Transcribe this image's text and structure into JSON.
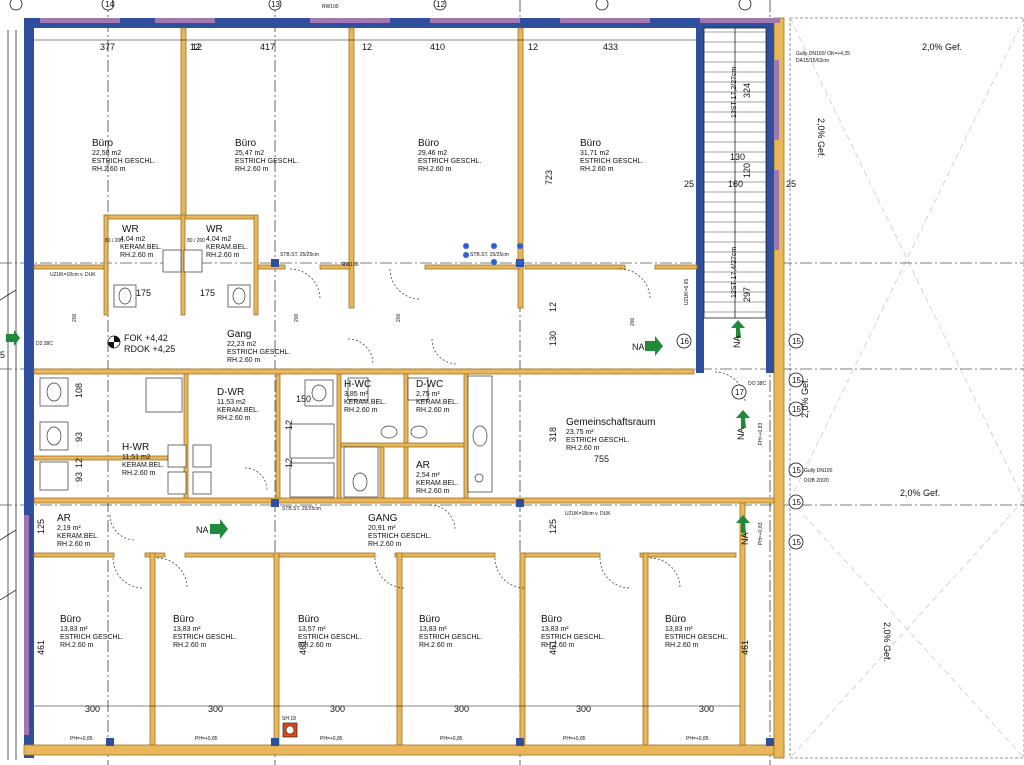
{
  "colors": {
    "wall_outer": "#2f4e9c",
    "wall_inner": "#e9b659",
    "wall_inner_stroke": "#9a7424",
    "facade_accent": "#a077b0",
    "column": "#2f4e9c",
    "grid_line": "#000000",
    "arrow": "#1f8a3a",
    "handle": "#2d5fd6",
    "hatch": "#b9b9b9"
  },
  "dimensions": {
    "top": [
      "377",
      "12",
      "417",
      "12",
      "410",
      "12",
      "433"
    ],
    "bottom": [
      "300",
      "300",
      "300",
      "300",
      "300",
      "300"
    ],
    "misc": [
      "723",
      "318",
      "755",
      "130",
      "12",
      "125",
      "125",
      "461",
      "461",
      "461",
      "461",
      "25",
      "25",
      "130",
      "160",
      "120",
      "324",
      "297",
      "108",
      "93",
      "93",
      "150",
      "12",
      "12",
      "12",
      "12",
      "175",
      "175"
    ]
  },
  "rooms": {
    "buero1": {
      "name": "Büro",
      "area": "22,58  m2",
      "floor": "ESTRICH GESCHL.",
      "height": "RH.2.60  m"
    },
    "buero2": {
      "name": "Büro",
      "area": "25,47  m2",
      "floor": "ESTRICH GESCHL.",
      "height": "RH.2.60  m"
    },
    "buero3": {
      "name": "Büro",
      "area": "29,46  m2",
      "floor": "ESTRICH GESCHL.",
      "height": "RH.2.60  m"
    },
    "buero4": {
      "name": "Büro",
      "area": "31,71  m2",
      "floor": "ESTRICH GESCHL.",
      "height": "RH.2.60  m"
    },
    "wr1": {
      "name": "WR",
      "area": "4,04  m2",
      "floor": "KERAM.BEL.",
      "height": "RH.2.60  m"
    },
    "wr2": {
      "name": "WR",
      "area": "4,04  m2",
      "floor": "KERAM.BEL.",
      "height": "RH.2.60  m"
    },
    "gang_top": {
      "name": "Gang",
      "area": "22,23  m2",
      "floor": "ESTRICH GESCHL.",
      "height": "RH.2.60  m"
    },
    "d_wr": {
      "name": "D-WR",
      "area": "11,53  m2",
      "floor": "KERAM.BEL.",
      "height": "RH.2.60  m"
    },
    "h_wr": {
      "name": "H-WR",
      "area": "11,51  m2",
      "floor": "KERAM.BEL.",
      "height": "RH.2.60  m"
    },
    "h_wc": {
      "name": "H-WC",
      "area": "3,85  m²",
      "floor": "KERAM.BEL.",
      "height": "RH.2.60  m"
    },
    "d_wc": {
      "name": "D-WC",
      "area": "2,75  m²",
      "floor": "KERAM.BEL.",
      "height": "RH.2.60  m"
    },
    "ar_mid": {
      "name": "AR",
      "area": "2,54  m²",
      "floor": "KERAM.BEL.",
      "height": "RH.2.60  m"
    },
    "gemeinschaft": {
      "name": "Gemeinschaftsraum",
      "area": "23,75  m²",
      "floor": "ESTRICH GESCHL.",
      "height": "RH.2.60  m"
    },
    "ar_left": {
      "name": "AR",
      "area": "2,19  m²",
      "floor": "KERAM.BEL.",
      "height": "RH.2.60  m"
    },
    "gang_bottom": {
      "name": "GANG",
      "area": "20,91  m²",
      "floor": "ESTRICH GESCHL.",
      "height": "RH.2.60  m"
    },
    "buero_b1": {
      "name": "Büro",
      "area": "13,83  m²",
      "floor": "ESTRICH GESCHL.",
      "height": "RH.2.60  m"
    },
    "buero_b2": {
      "name": "Büro",
      "area": "13,83  m²",
      "floor": "ESTRICH GESCHL.",
      "height": "RH.2.60  m"
    },
    "buero_b3": {
      "name": "Büro",
      "area": "13,57  m²",
      "floor": "ESTRICH GESCHL.",
      "height": "RH.2.60  m"
    },
    "buero_b4": {
      "name": "Büro",
      "area": "13,83  m²",
      "floor": "ESTRICH GESCHL.",
      "height": "RH.2.60  m"
    },
    "buero_b5": {
      "name": "Büro",
      "area": "13,83  m²",
      "floor": "ESTRICH GESCHL.",
      "height": "RH.2.60  m"
    },
    "buero_b6": {
      "name": "Büro",
      "area": "13,83  m²",
      "floor": "ESTRICH GESCHL.",
      "height": "RH.2.60  m"
    }
  },
  "labels": {
    "fok": "FOK +4,42",
    "rdok": "RDOK +4,25",
    "stb_st": "STB.ST. 25/25cm",
    "uzuk_top": "UZUK=18cm  v. DUK",
    "uzuk_bottom": "UZUK=18cm  v. DUK",
    "na": "NA",
    "stair_top": "13ST 17,2/27cm",
    "stair_bottom": "12ST 17,4/27cm",
    "uzuk_side": "UZUK=6,65",
    "gully_top": "Gully DN100/ OK=+4,25",
    "gully_top2": "DA15/15/63cm",
    "gully_mid": "Gully DN100",
    "gully_mid2": "DOB 20/20",
    "slope": "2,0% Gef.",
    "parapet": "PH=+0,85",
    "sh": "SH 18",
    "door_200": "200",
    "door_80_200": "80 / 200",
    "d2": "D2 38C",
    "num_25": "5",
    "fh": "FH=+0,83",
    "ph_side": "PH=+0,83",
    "do": "DO 38C",
    "rw": "RW100",
    "axis_14": "14",
    "axis_15": "15",
    "axis_16": "16",
    "axis_17": "17",
    "axis_13": "13",
    "axis_12": "12"
  }
}
